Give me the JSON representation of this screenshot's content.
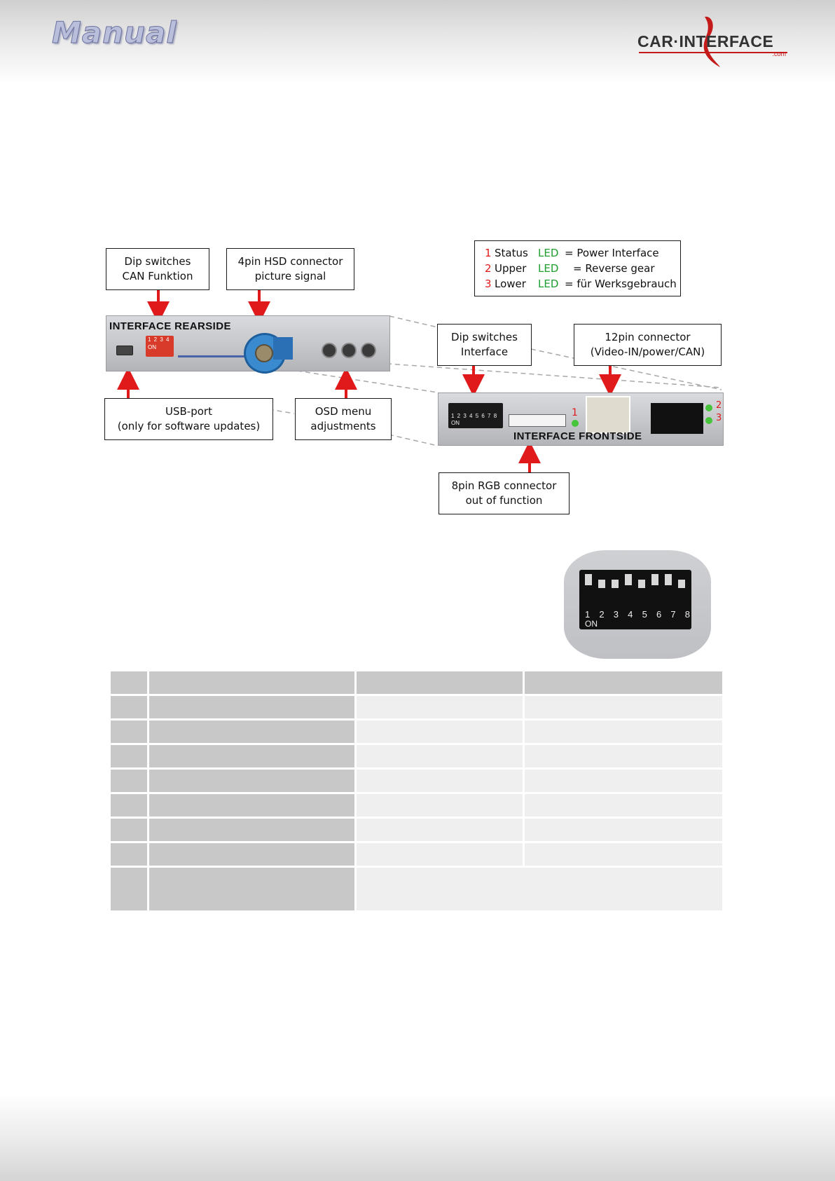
{
  "header": {
    "title": "Manual",
    "logo_text": "CAR·INTERFACE",
    "logo_suffix": ".com"
  },
  "callouts": {
    "dip_can": [
      "Dip switches",
      "CAN Funktion"
    ],
    "hsd": [
      "4pin HSD connector",
      "picture signal"
    ],
    "usb": [
      "USB-port",
      "(only for software updates)"
    ],
    "osd": [
      "OSD menu",
      "adjustments"
    ],
    "dip_interface": [
      "Dip switches",
      "Interface"
    ],
    "pin12": [
      "12pin connector",
      "(Video-IN/power/CAN)"
    ],
    "rgb": [
      "8pin RGB connector",
      "out of function"
    ]
  },
  "led_legend": [
    {
      "num": "1",
      "name": "Status",
      "led": "LED",
      "desc": "= Power Interface"
    },
    {
      "num": "2",
      "name": "Upper",
      "led": "LED",
      "desc": "= Reverse gear"
    },
    {
      "num": "3",
      "name": "Lower",
      "led": "LED",
      "desc": "= für Werksgebrauch"
    }
  ],
  "devices": {
    "rear_label": "INTERFACE REARSIDE",
    "front_label": "INTERFACE FRONTSIDE",
    "front_led_numbers": [
      "1",
      "2",
      "3"
    ],
    "rear_dip_numbers": "1 2 3 4",
    "rear_dip_on": "ON",
    "front_dip_numbers": "1 2 3 4 5 6 7 8",
    "front_dip_on": "ON"
  },
  "dip_closeup": {
    "numbers": [
      "1",
      "2",
      "3",
      "4",
      "5",
      "6",
      "7",
      "8"
    ],
    "on_label": "ON"
  },
  "colors": {
    "accent_red": "#e01a1a",
    "led_green": "#1e9e2e",
    "table_dark": "#c8c8c8",
    "table_light": "#efefef"
  }
}
